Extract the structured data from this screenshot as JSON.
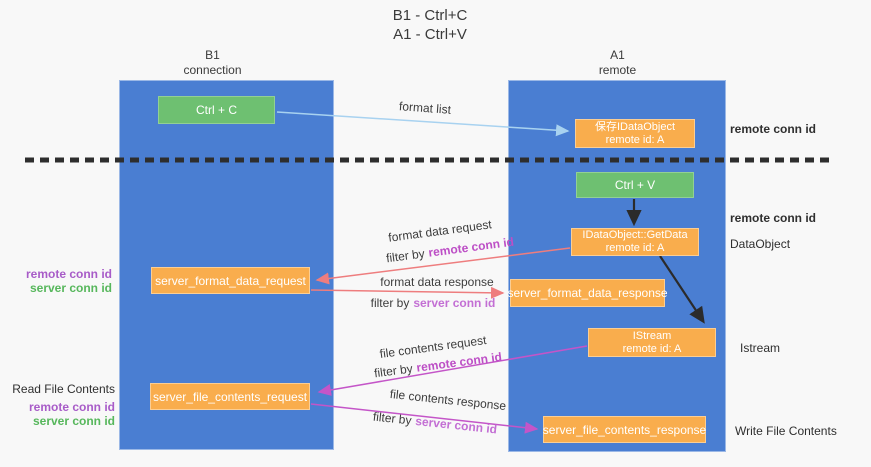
{
  "title": {
    "line1": "B1 - Ctrl+C",
    "line2": "A1 - Ctrl+V"
  },
  "lifelines": {
    "left": {
      "name": "B1",
      "role": "connection"
    },
    "right": {
      "name": "A1",
      "role": "remote"
    }
  },
  "boxes": {
    "ctrl_c": {
      "label": "Ctrl + C"
    },
    "save_idataobject": {
      "line1": "保存IDataObject",
      "line2": "remote id: A"
    },
    "ctrl_v": {
      "label": "Ctrl + V"
    },
    "getdata": {
      "line1": "IDataObject::GetData",
      "line2": "remote id: A"
    },
    "format_request": {
      "label": "server_format_data_request"
    },
    "format_response": {
      "label": "server_format_data_response"
    },
    "istream": {
      "line1": "IStream",
      "line2": "remote id: A"
    },
    "file_request": {
      "label": "server_file_contents_request"
    },
    "file_response": {
      "label": "server_file_contents_response"
    }
  },
  "flow_labels": {
    "format_list": "format list",
    "format_data_request": "format data request",
    "format_data_response": "format data response",
    "file_contents_request": "file contents request",
    "file_contents_response": "file contents response",
    "filter_by": "filter by",
    "remote_conn_id": "remote conn id",
    "server_conn_id": "server conn id"
  },
  "side_labels": {
    "remote_conn_id": "remote conn id",
    "server_conn_id": "server conn id",
    "read_file_contents": "Read File Contents",
    "write_file_contents": "Write File Contents",
    "dataobject": "DataObject",
    "istream": "Istream"
  },
  "colors": {
    "lifeline_blue": "#4a7ed2",
    "box_orange": "#f9ad4d",
    "box_green": "#6ec071",
    "arrow_salmon": "#ee7d7e",
    "arrow_magenta": "#c455c8",
    "arrow_lightblue": "#a8d2f0",
    "arrow_black": "#2b2b2b",
    "label_purple": "#a85cc8",
    "label_magenta": "#bd4fc6",
    "label_orchid": "#c36fd4",
    "label_green": "#57b75c"
  }
}
